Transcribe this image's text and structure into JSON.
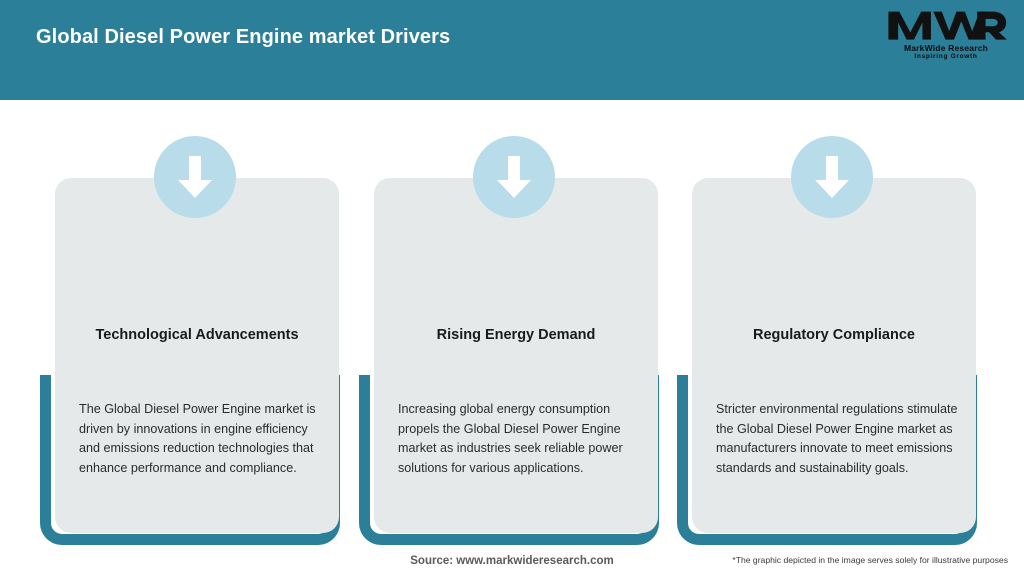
{
  "header": {
    "title": "Global Diesel Power Engine market Drivers",
    "background_color": "#2b7f98",
    "title_color": "#ffffff",
    "logo": {
      "mark": "MWR",
      "name": "MarkWide Research",
      "tagline": "Inspiring Growth"
    }
  },
  "theme": {
    "teal": "#2b7f98",
    "card_background": "#e5e9ea",
    "icon_circle": "#b8dcea",
    "arrow": "#ffffff",
    "page_background": "#ffffff"
  },
  "cards": [
    {
      "icon": "arrow-down-icon",
      "title": "Technological Advancements",
      "body": "The Global Diesel Power Engine market is driven by innovations in engine efficiency and emissions reduction technologies that enhance performance and compliance."
    },
    {
      "icon": "arrow-down-icon",
      "title": "Rising Energy Demand",
      "body": "Increasing global energy consumption propels the Global Diesel Power Engine market as industries seek reliable power solutions for various applications."
    },
    {
      "icon": "arrow-down-icon",
      "title": "Regulatory Compliance",
      "body": "Stricter environmental regulations stimulate the Global Diesel Power Engine market as manufacturers innovate to meet emissions standards and sustainability goals."
    }
  ],
  "footer": {
    "source": "Source: www.markwideresearch.com",
    "disclaimer": "*The graphic depicted in the image serves solely for illustrative purposes"
  }
}
